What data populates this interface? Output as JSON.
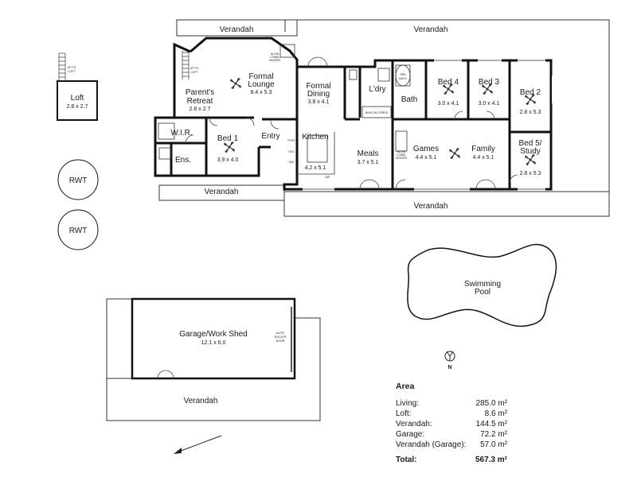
{
  "rooms": {
    "verandah_top_left": "Verandah",
    "verandah_top_right": "Verandah",
    "verandah_bottom_left": "Verandah",
    "verandah_bottom_right": "Verandah",
    "verandah_garage": "Verandah",
    "formal_lounge": {
      "name1": "Formal",
      "name2": "Lounge",
      "size": "8.4 x 5.3"
    },
    "parents_retreat": {
      "name1": "Parent's",
      "name2": "Retreat",
      "size": "2.8 x 2.7"
    },
    "formal_dining": {
      "name1": "Formal",
      "name2": "Dining",
      "size": "3.8 x 4.1"
    },
    "laundry": "L'dry",
    "bath": "Bath",
    "bed4": {
      "name": "Bed 4",
      "size": "3.0 x 4.1"
    },
    "bed3": {
      "name": "Bed 3",
      "size": "3.0 x 4.1"
    },
    "bed2": {
      "name": "Bed 2",
      "size": "2.8 x 5.3"
    },
    "wir": "W.I.R.",
    "bed1": {
      "name": "Bed 1",
      "size": "3.9 x 4.0"
    },
    "ens": "Ens.",
    "entry": "Entry",
    "kitchen": {
      "name": "Kitchen",
      "size": "4.2 x 5.1"
    },
    "meals": {
      "name": "Meals",
      "size": "3.7 x 5.1"
    },
    "games": {
      "name": "Games",
      "size": "4.4 x 5.1"
    },
    "family": {
      "name": "Family",
      "size": "4.4 x 5.1"
    },
    "bed5": {
      "name1": "Bed 5/",
      "name2": "Study",
      "size": "2.8 x 5.3"
    },
    "loft": {
      "name": "Loft",
      "size": "2.8 x 2.7"
    },
    "rwt1": "RWT",
    "rwt2": "RWT",
    "pool": {
      "name1": "Swimming",
      "name2": "Pool"
    },
    "garage": {
      "name": "Garage/Work Shed",
      "size": "12.1 x 6.0"
    }
  },
  "notes": {
    "slow_heater_1": [
      "SLOW",
      "COMB.",
      "HEATER"
    ],
    "slow_heater_2": [
      "SLOW",
      "COMB.",
      "HEATER"
    ],
    "up_to_loft_1": [
      "UP TO",
      "LOFT"
    ],
    "up_to_loft_2": [
      "UP TO",
      "LOFT"
    ],
    "spa_bath": [
      "SPA",
      "BATH"
    ],
    "built_in": "BUILT-IN C'PRDS",
    "auto_roller_door": [
      "AUTO",
      "ROLLER",
      "DOOR"
    ],
    "kitchen_side": [
      "PTRY",
      "OVL",
      "DW",
      "DW"
    ]
  },
  "compass": "N",
  "area": {
    "title": "Area",
    "rows": [
      {
        "label": "Living:",
        "value": "285.0 m²"
      },
      {
        "label": "Loft:",
        "value": "8.6 m²"
      },
      {
        "label": "Verandah:",
        "value": "144.5 m²"
      },
      {
        "label": "Garage:",
        "value": "72.2 m²"
      },
      {
        "label": "Verandah (Garage):",
        "value": "57.0 m²"
      }
    ],
    "total": {
      "label": "Total:",
      "value": "567.3 m²"
    }
  }
}
